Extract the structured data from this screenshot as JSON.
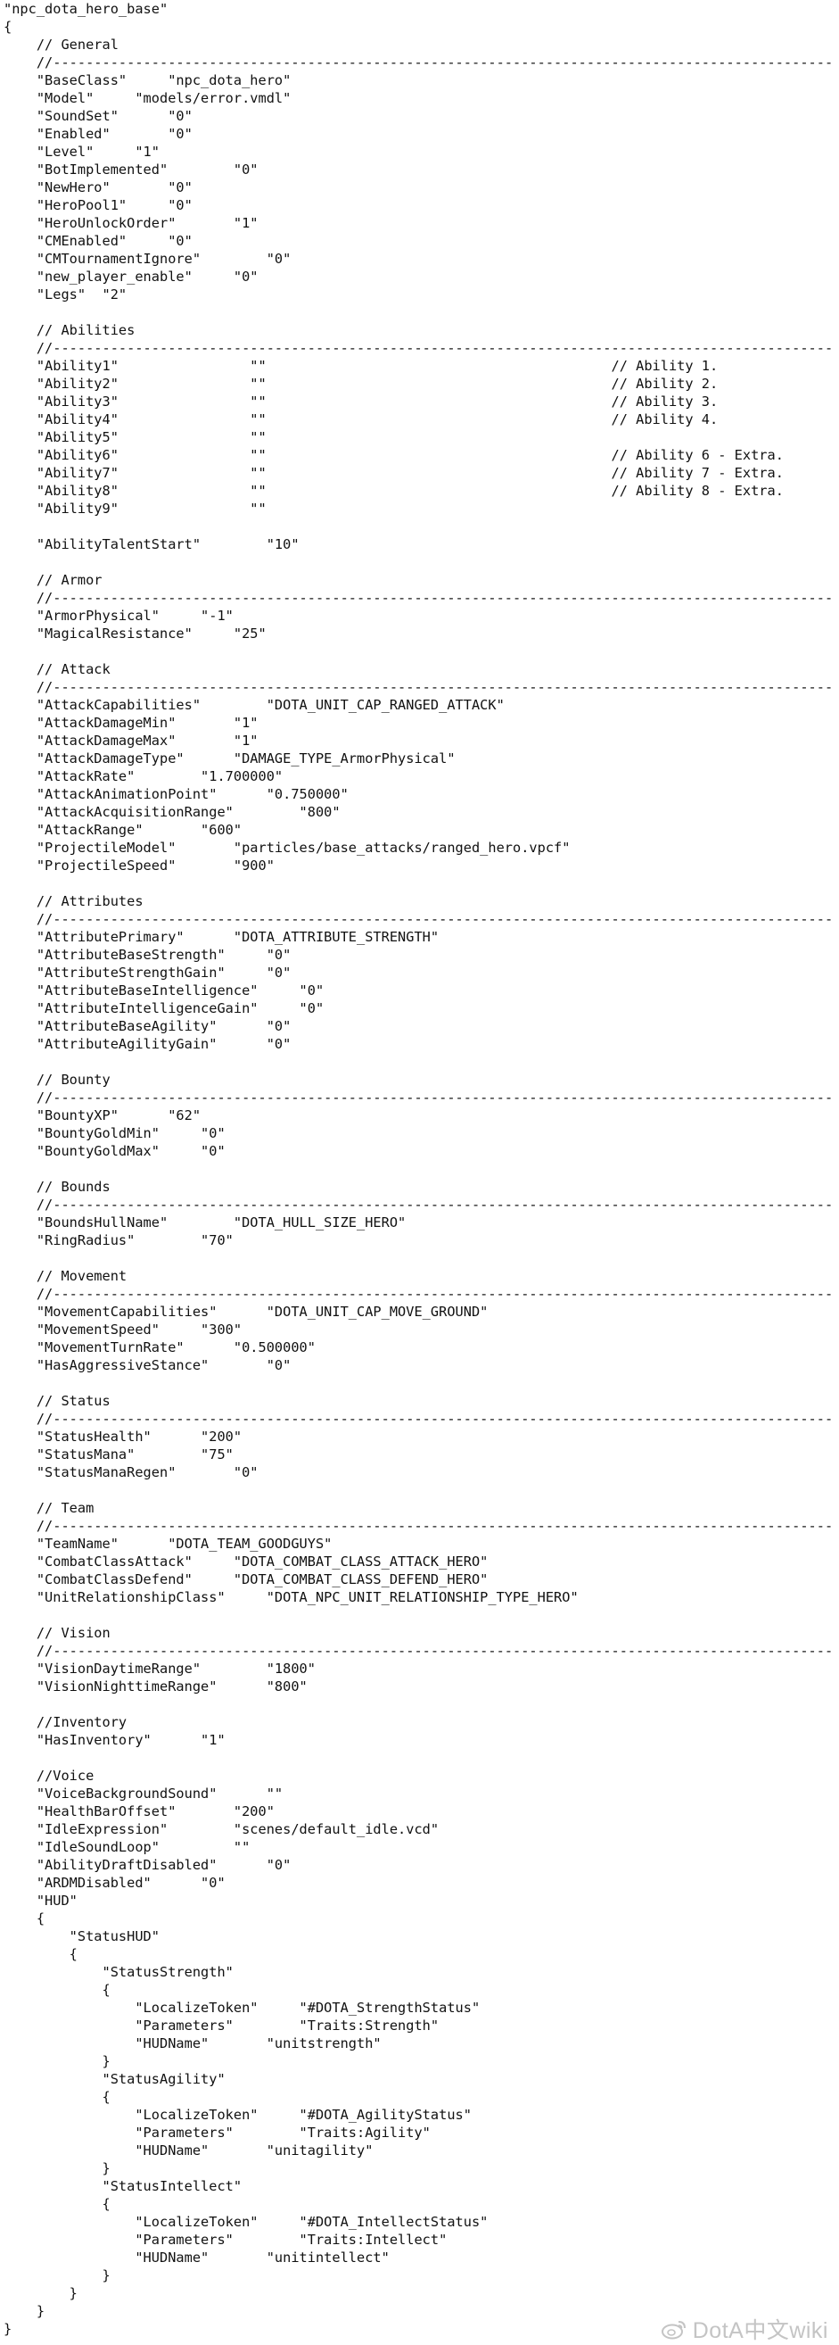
{
  "watermark": "DotA中文wiki",
  "lines": [
    "\"npc_dota_hero_base\"",
    "{",
    "    // General",
    "    //-----------------------------------------------------------------------------------------------------",
    "    \"BaseClass\"     \"npc_dota_hero\"",
    "    \"Model\"     \"models/error.vmdl\"",
    "    \"SoundSet\"      \"0\"",
    "    \"Enabled\"       \"0\"",
    "    \"Level\"     \"1\"",
    "    \"BotImplemented\"        \"0\"",
    "    \"NewHero\"       \"0\"",
    "    \"HeroPool1\"     \"0\"",
    "    \"HeroUnlockOrder\"       \"1\"",
    "    \"CMEnabled\"     \"0\"",
    "    \"CMTournamentIgnore\"        \"0\"",
    "    \"new_player_enable\"     \"0\"",
    "    \"Legs\"  \"2\"",
    "",
    "    // Abilities",
    "    //-----------------------------------------------------------------------------------------------------",
    "    \"Ability1\"                \"\"                                          // Ability 1.",
    "    \"Ability2\"                \"\"                                          // Ability 2.",
    "    \"Ability3\"                \"\"                                          // Ability 3.",
    "    \"Ability4\"                \"\"                                          // Ability 4.",
    "    \"Ability5\"                \"\"",
    "    \"Ability6\"                \"\"                                          // Ability 6 - Extra.",
    "    \"Ability7\"                \"\"                                          // Ability 7 - Extra.",
    "    \"Ability8\"                \"\"                                          // Ability 8 - Extra.",
    "    \"Ability9\"                \"\"",
    "",
    "    \"AbilityTalentStart\"        \"10\"",
    "",
    "    // Armor",
    "    //-----------------------------------------------------------------------------------------------------",
    "    \"ArmorPhysical\"     \"-1\"",
    "    \"MagicalResistance\"     \"25\"",
    "",
    "    // Attack",
    "    //-----------------------------------------------------------------------------------------------------",
    "    \"AttackCapabilities\"        \"DOTA_UNIT_CAP_RANGED_ATTACK\"",
    "    \"AttackDamageMin\"       \"1\"",
    "    \"AttackDamageMax\"       \"1\"",
    "    \"AttackDamageType\"      \"DAMAGE_TYPE_ArmorPhysical\"",
    "    \"AttackRate\"        \"1.700000\"",
    "    \"AttackAnimationPoint\"      \"0.750000\"",
    "    \"AttackAcquisitionRange\"        \"800\"",
    "    \"AttackRange\"       \"600\"",
    "    \"ProjectileModel\"       \"particles/base_attacks/ranged_hero.vpcf\"",
    "    \"ProjectileSpeed\"       \"900\"",
    "",
    "    // Attributes",
    "    //-----------------------------------------------------------------------------------------------------",
    "    \"AttributePrimary\"      \"DOTA_ATTRIBUTE_STRENGTH\"",
    "    \"AttributeBaseStrength\"     \"0\"",
    "    \"AttributeStrengthGain\"     \"0\"",
    "    \"AttributeBaseIntelligence\"     \"0\"",
    "    \"AttributeIntelligenceGain\"     \"0\"",
    "    \"AttributeBaseAgility\"      \"0\"",
    "    \"AttributeAgilityGain\"      \"0\"",
    "",
    "    // Bounty",
    "    //-----------------------------------------------------------------------------------------------------",
    "    \"BountyXP\"      \"62\"",
    "    \"BountyGoldMin\"     \"0\"",
    "    \"BountyGoldMax\"     \"0\"",
    "",
    "    // Bounds",
    "    //-----------------------------------------------------------------------------------------------------",
    "    \"BoundsHullName\"        \"DOTA_HULL_SIZE_HERO\"",
    "    \"RingRadius\"        \"70\"",
    "",
    "    // Movement",
    "    //-----------------------------------------------------------------------------------------------------",
    "    \"MovementCapabilities\"      \"DOTA_UNIT_CAP_MOVE_GROUND\"",
    "    \"MovementSpeed\"     \"300\"",
    "    \"MovementTurnRate\"      \"0.500000\"",
    "    \"HasAggressiveStance\"       \"0\"",
    "",
    "    // Status",
    "    //-----------------------------------------------------------------------------------------------------",
    "    \"StatusHealth\"      \"200\"",
    "    \"StatusMana\"        \"75\"",
    "    \"StatusManaRegen\"       \"0\"",
    "",
    "    // Team",
    "    //-----------------------------------------------------------------------------------------------------",
    "    \"TeamName\"      \"DOTA_TEAM_GOODGUYS\"",
    "    \"CombatClassAttack\"     \"DOTA_COMBAT_CLASS_ATTACK_HERO\"",
    "    \"CombatClassDefend\"     \"DOTA_COMBAT_CLASS_DEFEND_HERO\"",
    "    \"UnitRelationshipClass\"     \"DOTA_NPC_UNIT_RELATIONSHIP_TYPE_HERO\"",
    "",
    "    // Vision",
    "    //-----------------------------------------------------------------------------------------------------",
    "    \"VisionDaytimeRange\"        \"1800\"",
    "    \"VisionNighttimeRange\"      \"800\"",
    "",
    "    //Inventory",
    "    \"HasInventory\"      \"1\"",
    "",
    "    //Voice",
    "    \"VoiceBackgroundSound\"      \"\"",
    "    \"HealthBarOffset\"       \"200\"",
    "    \"IdleExpression\"        \"scenes/default_idle.vcd\"",
    "    \"IdleSoundLoop\"         \"\"",
    "    \"AbilityDraftDisabled\"      \"0\"",
    "    \"ARDMDisabled\"      \"0\"",
    "    \"HUD\"",
    "    {",
    "        \"StatusHUD\"",
    "        {",
    "            \"StatusStrength\"",
    "            {",
    "                \"LocalizeToken\"     \"#DOTA_StrengthStatus\"",
    "                \"Parameters\"        \"Traits:Strength\"",
    "                \"HUDName\"       \"unitstrength\"",
    "            }",
    "            \"StatusAgility\"",
    "            {",
    "                \"LocalizeToken\"     \"#DOTA_AgilityStatus\"",
    "                \"Parameters\"        \"Traits:Agility\"",
    "                \"HUDName\"       \"unitagility\"",
    "            }",
    "            \"StatusIntellect\"",
    "            {",
    "                \"LocalizeToken\"     \"#DOTA_IntellectStatus\"",
    "                \"Parameters\"        \"Traits:Intellect\"",
    "                \"HUDName\"       \"unitintellect\"",
    "            }",
    "        }",
    "    }",
    "}"
  ]
}
